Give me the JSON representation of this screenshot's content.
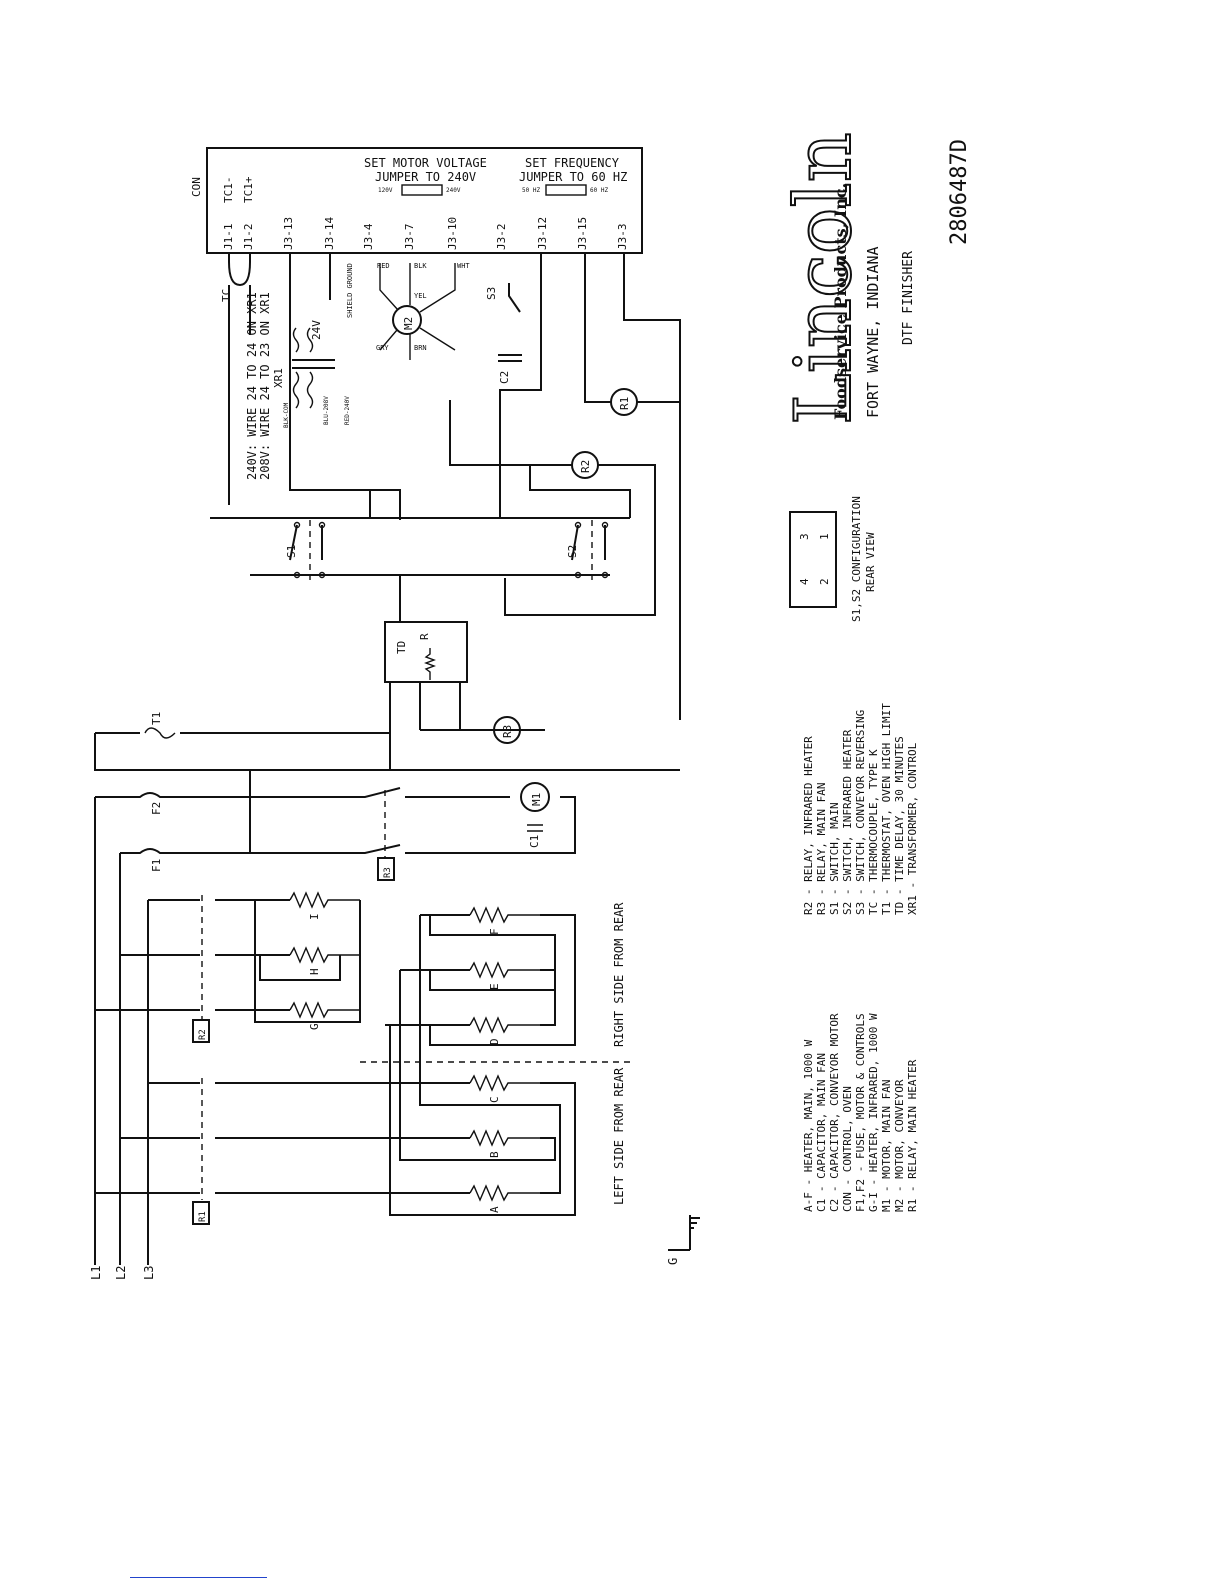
{
  "drawing_number": "2806487D",
  "company": {
    "name": "Lincoln",
    "subtitle": "Foodservice Products, Inc.",
    "city": "FORT WAYNE, INDIANA",
    "product": "DTF FINISHER"
  },
  "control_box": {
    "tag": "CON",
    "motor_voltage_title": "SET MOTOR VOLTAGE",
    "motor_voltage_jumper": "JUMPER TO 240V",
    "motor_voltage_opt1": "120V",
    "motor_voltage_opt2": "240V",
    "frequency_title": "SET FREQUENCY",
    "frequency_jumper": "JUMPER TO 60 HZ",
    "frequency_opt1": "50 HZ",
    "frequency_opt2": "60 HZ",
    "terminals": [
      "J1-1",
      "J1-2",
      "J3-13",
      "J3-14",
      "J3-4",
      "J3-7",
      "J3-10",
      "J3-2",
      "J3-12",
      "J3-15",
      "J3-3"
    ],
    "tc_labels": [
      "TC1-",
      "TC1+"
    ]
  },
  "transformer_notes": {
    "line1": "240V: WIRE 24 TO 24 ON XR1",
    "line2": "208V: WIRE 24 TO 23 ON XR1",
    "tag": "XR1",
    "secondary": "24V",
    "taps": [
      "BLK-COM",
      "BLU-208V",
      "RED-240V"
    ]
  },
  "tc_label": "TC",
  "wire_colors": [
    "RED",
    "YEL",
    "BLK",
    "WHT",
    "GRY",
    "BRN"
  ],
  "shield_ground": "SHIELD GROUND",
  "lines": [
    "L1",
    "L2",
    "L3"
  ],
  "ground": "G",
  "components": {
    "M1": "M1",
    "M2": "M2",
    "R1": "R1",
    "R2": "R2",
    "R3": "R3",
    "S1": "S1",
    "S2": "S2",
    "S3": "S3",
    "T1": "T1",
    "TD": "TD",
    "R": "R",
    "C1": "C1",
    "C2": "C2",
    "F1": "F1",
    "F2": "F2"
  },
  "heaters": [
    "A",
    "B",
    "C",
    "D",
    "E",
    "F",
    "G",
    "H",
    "I"
  ],
  "side_labels": {
    "left": "LEFT SIDE FROM REAR",
    "right": "RIGHT SIDE FROM REAR"
  },
  "switch_config": {
    "title": "S1,S2 CONFIGURATION",
    "subtitle": "REAR VIEW",
    "cells": [
      "4",
      "3",
      "2",
      "1"
    ]
  },
  "legend_left": [
    "A-F - HEATER, MAIN, 1000 W",
    "C1 - CAPACITOR, MAIN FAN",
    "C2 - CAPACITOR, CONVEYOR MOTOR",
    "CON - CONTROL, OVEN",
    "F1,F2 - FUSE, MOTOR & CONTROLS",
    "G-I - HEATER, INFRARED, 1000 W",
    "M1 - MOTOR, MAIN FAN",
    "M2 - MOTOR, CONVEYOR",
    "R1 - RELAY, MAIN HEATER"
  ],
  "legend_right": [
    "R2 - RELAY, INFRARED HEATER",
    "R3 - RELAY, MAIN FAN",
    "S1 - SWITCH, MAIN",
    "S2 - SWITCH, INFRARED HEATER",
    "S3 - SWITCH, CONVEYOR REVERSING",
    "TC - THERMOCOUPLE, TYPE K",
    "T1 - THERMOSTAT, OVEN HIGH LIMIT",
    "TD - TIME DELAY, 30 MINUTES",
    "XR1 - TRANSFORMER, CONTROL"
  ]
}
